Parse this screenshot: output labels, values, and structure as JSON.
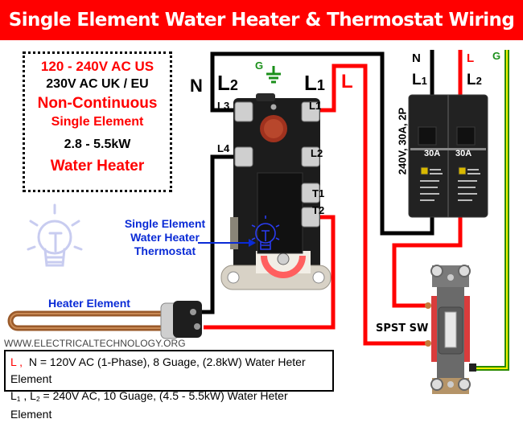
{
  "title": "Single Element Water Heater & Thermostat Wiring",
  "spec_box": {
    "line1": "120 - 240V AC US",
    "line2": "230V AC UK / EU",
    "line3": "Non-Continuous",
    "line4": "Single Element",
    "line5": "2.8 - 5.5kW",
    "line6": "Water Heater"
  },
  "thermostat_labels": {
    "N": "N",
    "L2_main": "L",
    "L2_sub": "2",
    "G": "G",
    "L1_main": "L",
    "L1_sub": "1",
    "L": "L",
    "L3": "L3",
    "L1": "L1",
    "L4": "L4",
    "L2": "L2",
    "T1": "T1",
    "T2": "T2"
  },
  "breaker": {
    "N": "N",
    "L": "L",
    "G": "G",
    "L1_main": "L",
    "L1_sub": "1",
    "L2_main": "L",
    "L2_sub": "2",
    "rating_vertical": "240V, 30A, 2P",
    "pole1_rating": "30A",
    "pole2_rating": "30A"
  },
  "callouts": {
    "thermostat_line1": "Single Element",
    "thermostat_line2": "Water Heater",
    "thermostat_line3": "Thermostat",
    "heater_element": "Heater Element",
    "switch": "SPST SW"
  },
  "website": "WWW.ELECTRICALTECHNOLOGY.ORG",
  "legend": {
    "row1_L": "L ,",
    "row1_text": "N = 120V AC (1-Phase), 8 Guage, (2.8kW) Water Heter Element",
    "row2_L1": "L",
    "row2_L1_sub": "1",
    "row2_sep": " , ",
    "row2_L2": "L",
    "row2_L2_sub": "2",
    "row2_text": " = 240V AC, 10 Guage, (4.5 - 5.5kW) Water Heter Element"
  },
  "colors": {
    "banner": "#ff0000",
    "hot_wire": "#ff0000",
    "neutral_wire": "#000000",
    "ground_wire_outer": "#2a8a00",
    "ground_wire_inner": "#f2f200",
    "callout_blue": "#0a2bd6"
  }
}
